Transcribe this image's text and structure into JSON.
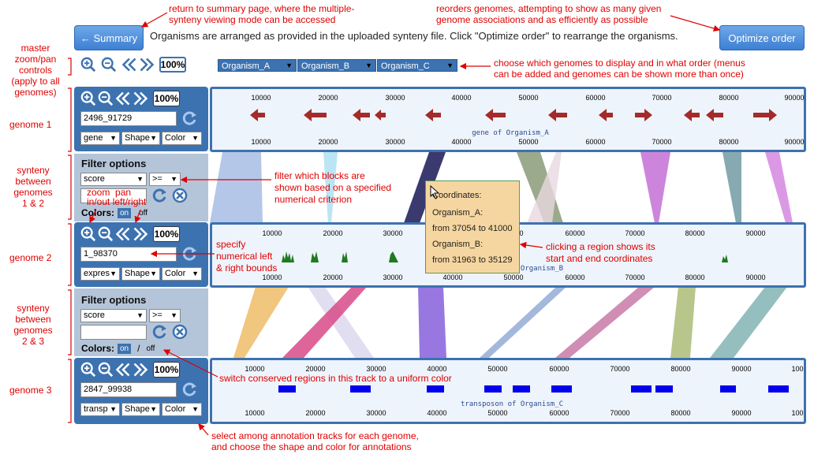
{
  "header": {
    "summary_button": "← Summary",
    "arrangement_note": "Organisms are arranged as provided in the uploaded synteny file. Click \"Optimize order\" to rearrange the organisms.",
    "optimize_button": "Optimize order"
  },
  "master": {
    "zoom_pct": "100%"
  },
  "organism_selects": [
    "Organism_A",
    "Organism_B",
    "Organism_C"
  ],
  "genome1": {
    "zoom_pct": "100%",
    "range_value": "2496_91729",
    "track_select": "gene",
    "shape_select": "Shape",
    "color_select": "Color",
    "ticks": [
      "10000",
      "20000",
      "30000",
      "40000",
      "50000",
      "60000",
      "70000",
      "80000",
      "90000"
    ],
    "track_label": "gene of Organism_A"
  },
  "filter1": {
    "title": "Filter options",
    "field_select": "score",
    "op_select": ">=",
    "colors_label": "Colors:",
    "on_label": "on",
    "off_label": "off"
  },
  "genome2": {
    "zoom_pct": "100%",
    "range_value": "1_98370",
    "track_select": "expres",
    "shape_select": "Shape",
    "color_select": "Color",
    "ticks": [
      "10000",
      "20000",
      "30000",
      "40000",
      "50000",
      "60000",
      "70000",
      "80000",
      "90000"
    ],
    "track_label": "Organism_B"
  },
  "filter2": {
    "title": "Filter options",
    "field_select": "score",
    "op_select": ">=",
    "colors_label": "Colors:",
    "on_label": "on",
    "slash": "/",
    "off_label": "off"
  },
  "genome3": {
    "zoom_pct": "100%",
    "range_value": "2847_99938",
    "track_select": "transp",
    "shape_select": "Shape",
    "color_select": "Color",
    "ticks": [
      "10000",
      "20000",
      "30000",
      "40000",
      "50000",
      "60000",
      "70000",
      "80000",
      "90000",
      "100"
    ],
    "track_label": "transposon of Organism_C"
  },
  "tooltip": {
    "title": "Coordinates:",
    "org_a": "Organism_A:",
    "range_a": "from 37054 to 41000",
    "org_b": "Organism_B:",
    "range_b": "from 31963 to 35129"
  },
  "annotations": {
    "master_controls": [
      "master",
      "zoom/pan",
      "controls",
      "(apply to all",
      "genomes)"
    ],
    "genome1": "genome 1",
    "synteny12": [
      "synteny",
      "between",
      "genomes",
      "1 & 2"
    ],
    "genome2": "genome 2",
    "synteny23": [
      "synteny",
      "between",
      "genomes",
      "2 & 3"
    ],
    "genome3": "genome 3",
    "return_summary": [
      "return to summary page, where the multiple-",
      "synteny viewing mode can be accessed"
    ],
    "reorders": [
      "reorders genomes, attempting to show as many given",
      "genome associations and as efficiently as possible"
    ],
    "choose_genomes": [
      "choose which genomes to display and in what order (menus",
      "can be added and genomes can be shown more than once)"
    ],
    "filter_blocks": [
      "filter which blocks are",
      "shown based on a specified",
      "numerical criterion"
    ],
    "zoom_pan": [
      "zoom",
      "pan",
      "in/out",
      "left/right"
    ],
    "specify_bounds": [
      "specify",
      "numerical left",
      "& right bounds"
    ],
    "clicking_region": [
      "clicking a region shows its",
      "start and end coordinates"
    ],
    "switch_colors": "switch conserved regions in this track to a uniform color",
    "select_tracks": [
      "select among annotation tracks for each genome,",
      "and choose the shape and color for annotations"
    ]
  },
  "colors": {
    "panel_blue": "#3c72b0",
    "filter_bg": "#b5c5d9",
    "track_bg": "#eef4fb",
    "arrow_red": "#a52a2a",
    "peak_green": "#1e7a1e",
    "block_blue": "#0000ee",
    "annotation_red": "#e00000",
    "tooltip_bg": "#f6d6a0"
  }
}
